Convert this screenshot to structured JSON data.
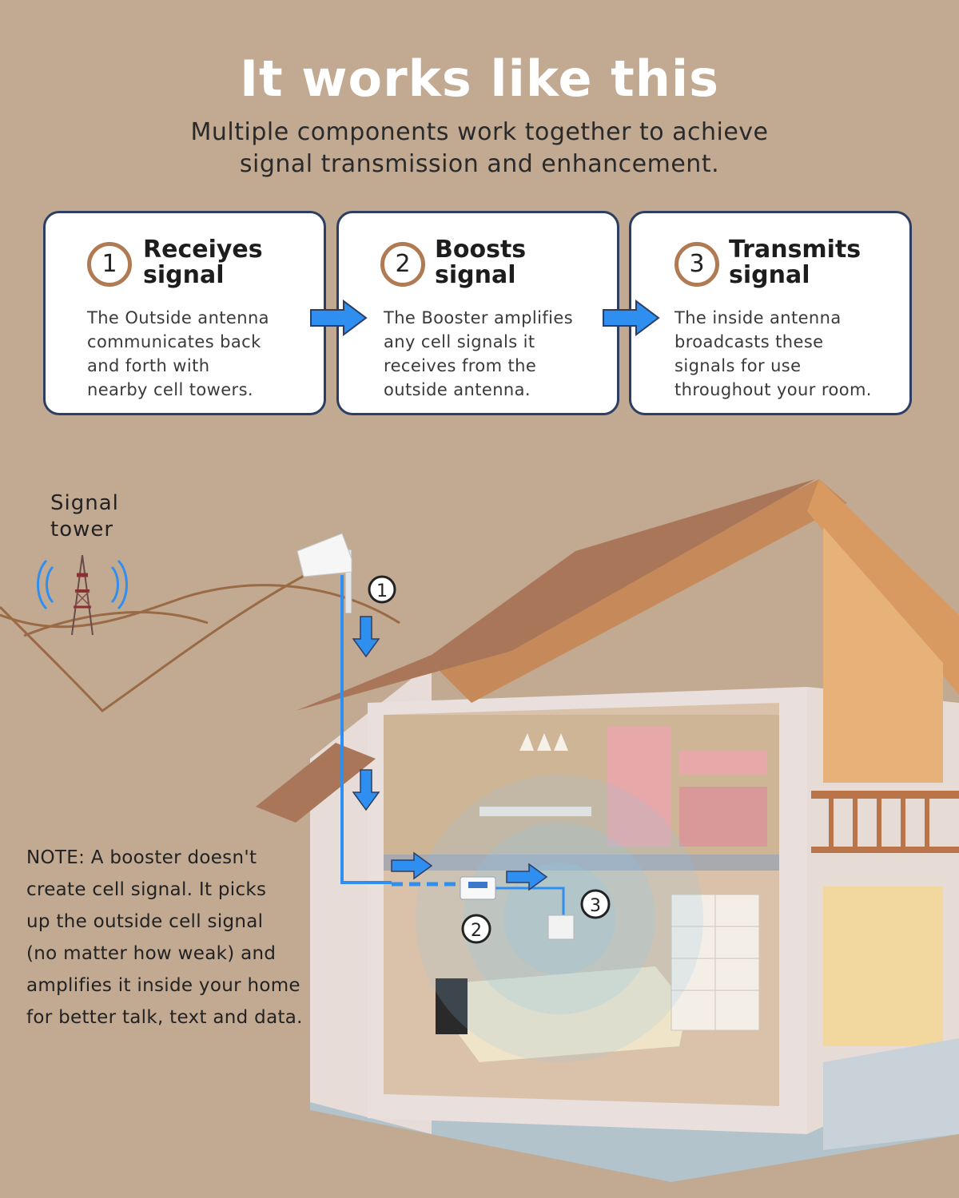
{
  "title": "It works like this",
  "subtitle": {
    "line1": "Multiple components work together to achieve",
    "line2": "signal transmission and enhancement."
  },
  "steps": [
    {
      "number": "1",
      "heading_line1": "Receiyes",
      "heading_line2": "signal",
      "body": [
        "The Outside antenna",
        "communicates back",
        "and forth with",
        "nearby cell towers."
      ]
    },
    {
      "number": "2",
      "heading_line1": "Boosts",
      "heading_line2": "signal",
      "body": [
        "The Booster amplifies",
        "any cell signals it",
        "receives from the",
        "outside antenna."
      ]
    },
    {
      "number": "3",
      "heading_line1": "Transmits",
      "heading_line2": "signal",
      "body": [
        "The inside antenna",
        "broadcasts these",
        "signals for use",
        "throughout your room."
      ]
    }
  ],
  "tower_label": {
    "line1": "Signal",
    "line2": "tower"
  },
  "diagram_markers": [
    "①",
    "②",
    "③"
  ],
  "note": [
    "NOTE: A booster doesn't",
    "create cell signal. It picks",
    "up the outside cell signal",
    "(no matter how weak) and",
    "amplifies it inside your home",
    "for better talk, text and data."
  ],
  "colors": {
    "background": "#c2a992",
    "card_border": "#2c3e63",
    "number_ring": "#b07a52",
    "signal_blue": "#2f8ff0"
  },
  "icons": [
    "signal-tower-icon",
    "outside-antenna-icon",
    "booster-icon",
    "inside-antenna-icon",
    "house-illustration"
  ]
}
